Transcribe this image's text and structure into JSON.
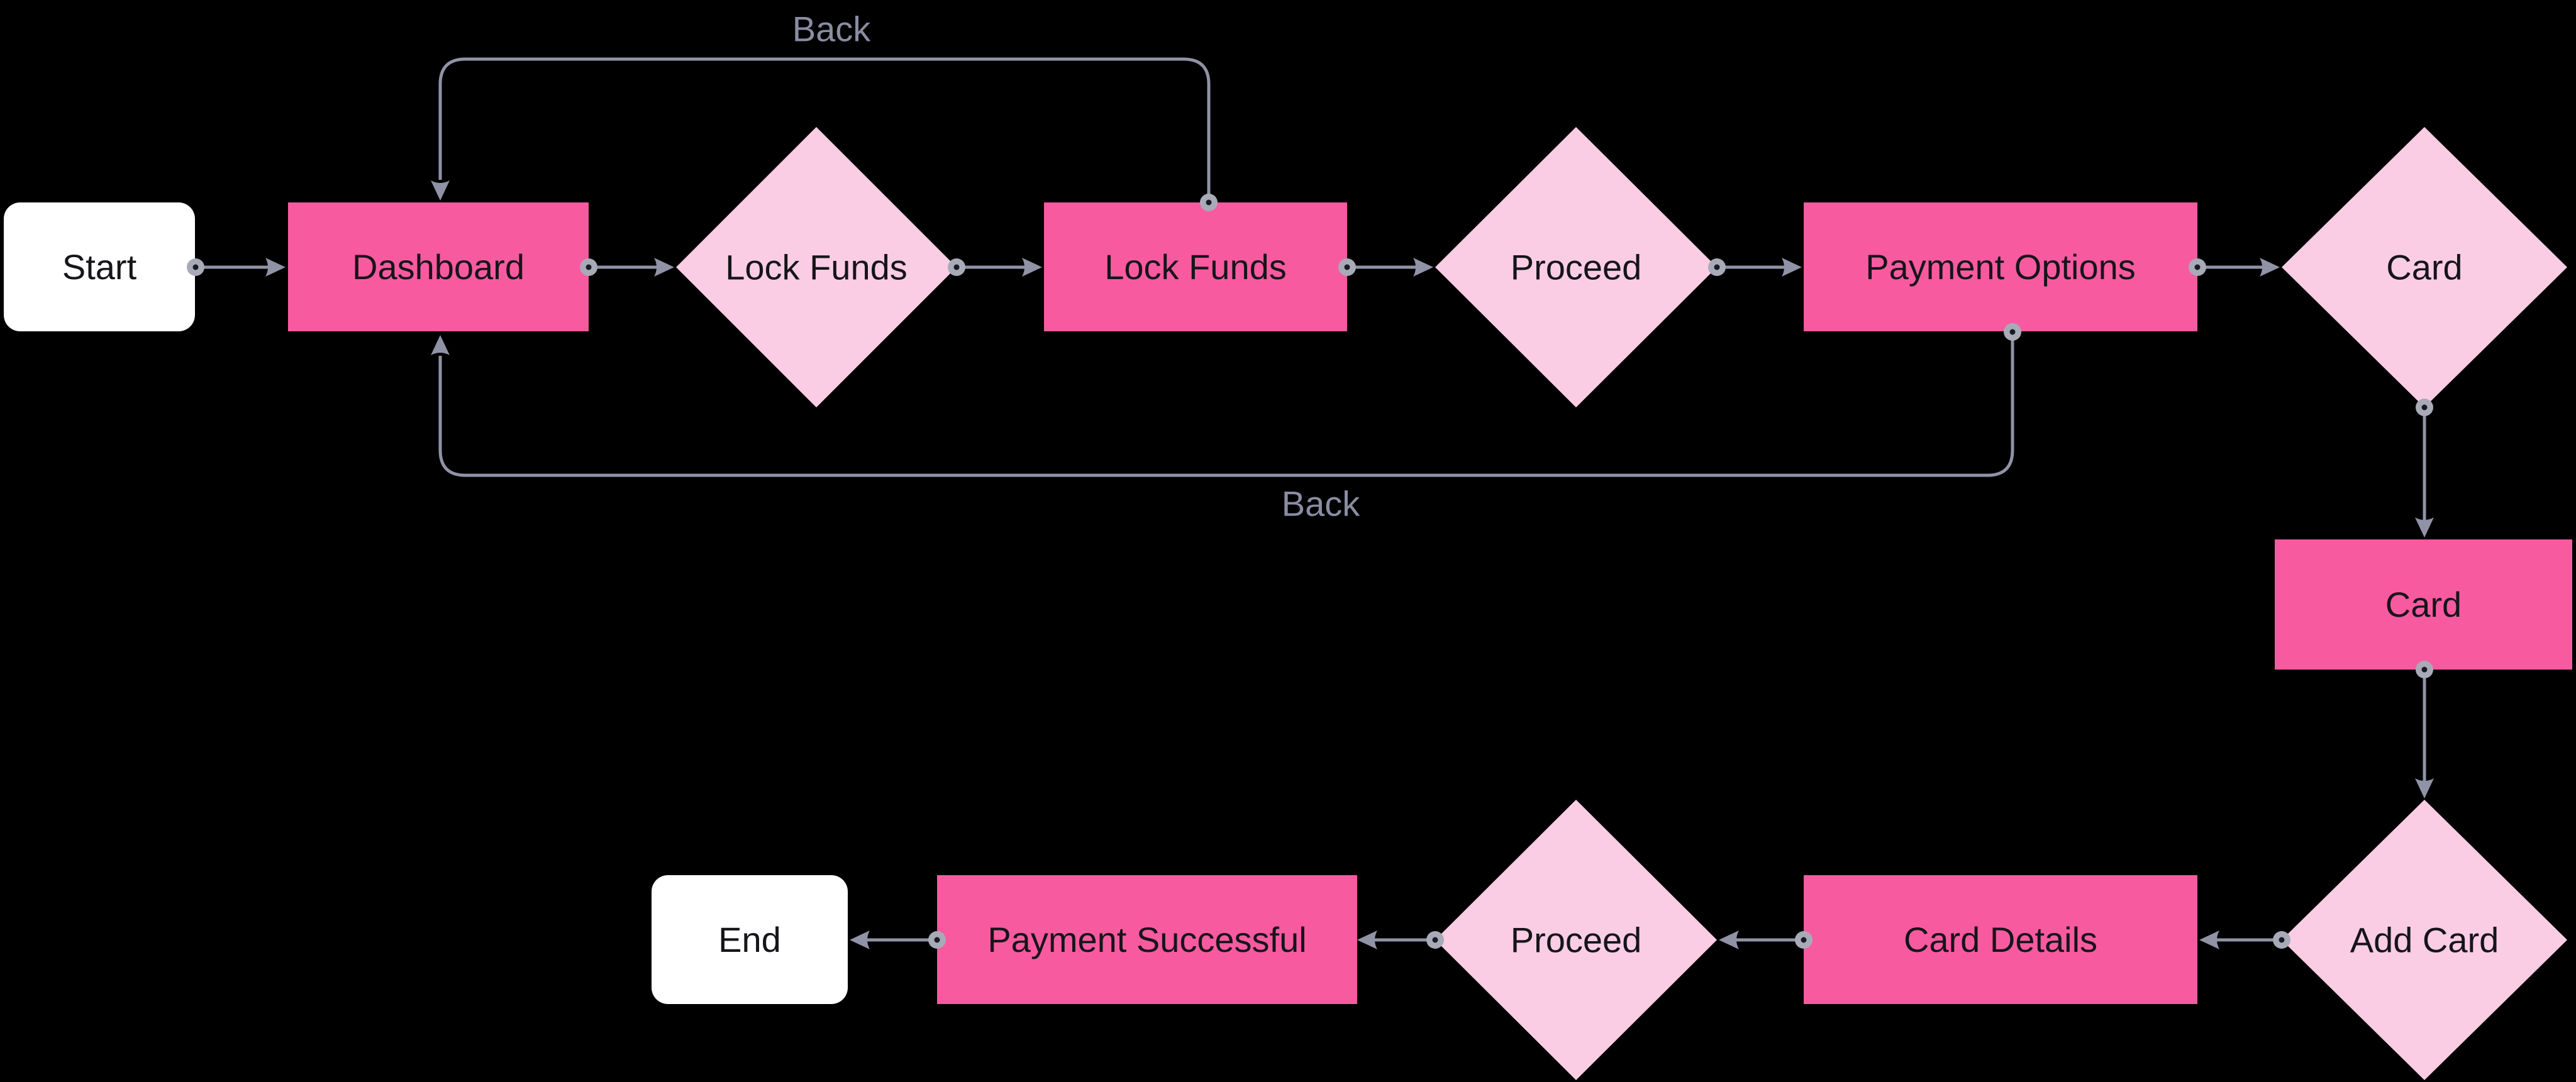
{
  "diagram": {
    "type": "flowchart",
    "background_color": "#000000",
    "colors": {
      "process_fill": "#F85AA0",
      "decision_fill": "#FACDE4",
      "terminal_fill": "#FFFFFF",
      "node_text": "#15151A",
      "edge": "#9093A6",
      "edge_label_text": "#8A8DA2",
      "handle_outer": "#A8AAB8",
      "handle_inner": "#1A1A22"
    },
    "nodes": [
      {
        "id": "start",
        "type": "terminal",
        "label": "Start"
      },
      {
        "id": "dashboard",
        "type": "process",
        "label": "Dashboard"
      },
      {
        "id": "lock-funds-decision",
        "type": "decision",
        "label": "Lock Funds"
      },
      {
        "id": "lock-funds",
        "type": "process",
        "label": "Lock Funds"
      },
      {
        "id": "proceed-decision",
        "type": "decision",
        "label": "Proceed"
      },
      {
        "id": "payment-options",
        "type": "process",
        "label": "Payment Options"
      },
      {
        "id": "card-decision",
        "type": "decision",
        "label": "Card"
      },
      {
        "id": "card",
        "type": "process",
        "label": "Card"
      },
      {
        "id": "add-card-decision",
        "type": "decision",
        "label": "Add Card"
      },
      {
        "id": "card-details",
        "type": "process",
        "label": "Card Details"
      },
      {
        "id": "proceed-decision-2",
        "type": "decision",
        "label": "Proceed"
      },
      {
        "id": "payment-successful",
        "type": "process",
        "label": "Payment Successful"
      },
      {
        "id": "end",
        "type": "terminal",
        "label": "End"
      }
    ],
    "edge_labels": {
      "back_top": "Back",
      "back_bottom": "Back"
    }
  }
}
